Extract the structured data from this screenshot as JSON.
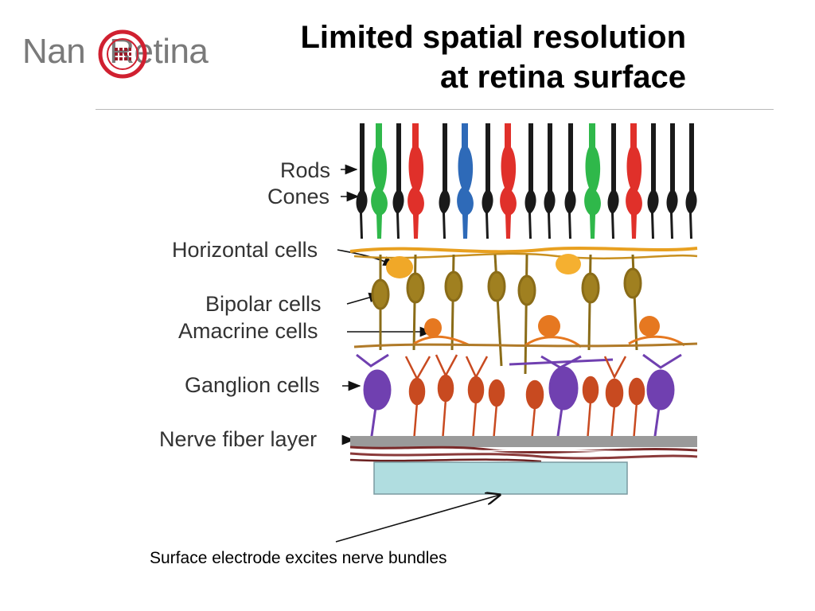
{
  "logo": {
    "text_before": "Nan",
    "text_after": "Retina",
    "ring_color": "#d02030"
  },
  "title": {
    "line1": "Limited spatial resolution",
    "line2": "at retina surface"
  },
  "labels": {
    "rods": "Rods",
    "cones": "Cones",
    "horizontal": "Horizontal cells",
    "bipolar": "Bipolar cells",
    "amacrine": "Amacrine cells",
    "ganglion": "Ganglion cells",
    "nerve": "Nerve fiber layer"
  },
  "caption": "Surface electrode excites nerve bundles",
  "colors": {
    "rod": "#1a1a1a",
    "cone_green": "#2fb84a",
    "cone_red": "#e0302a",
    "cone_blue": "#2e6ab8",
    "horizontal": "#e8a020",
    "bipolar": "#a08020",
    "amacrine": "#e67820",
    "ganglion_purple": "#7040b0",
    "ganglion_red": "#c84a20",
    "electrode": "#b0dde0"
  }
}
